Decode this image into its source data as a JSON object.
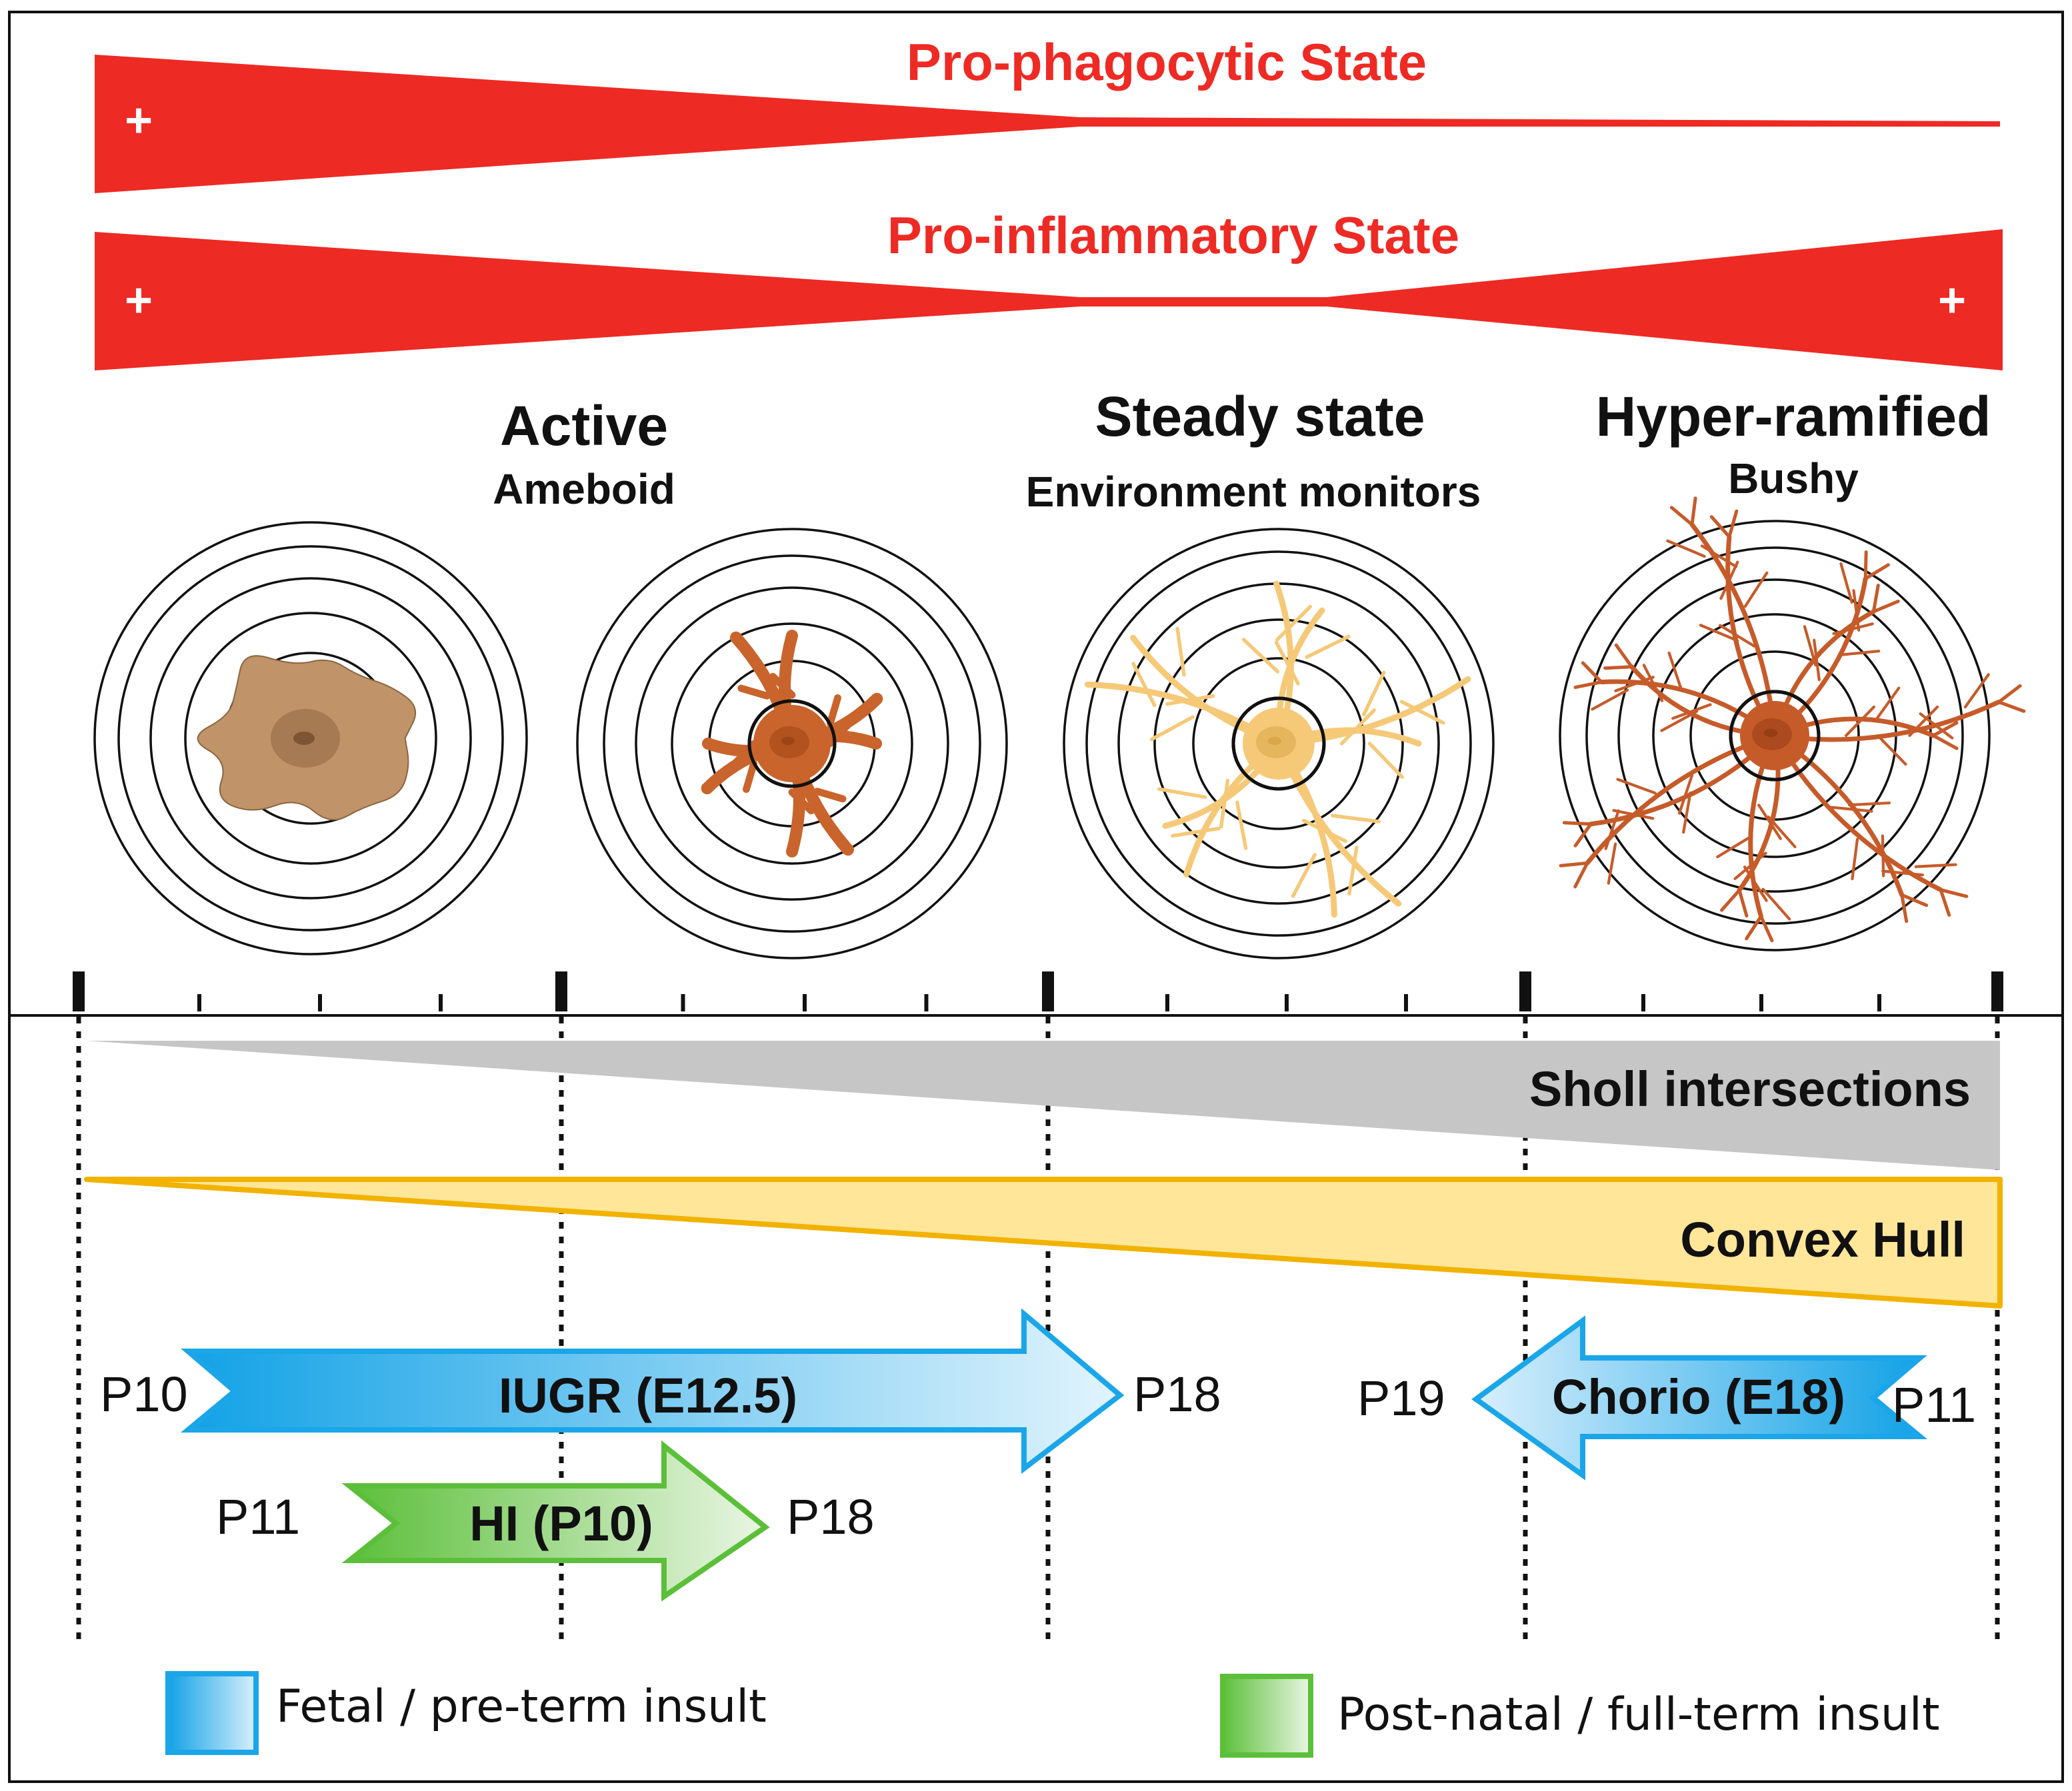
{
  "gradients": {
    "phagocytic_label": "Pro-phagocytic State",
    "inflammatory_label": "Pro-inflammatory State",
    "plus_symbol": "+",
    "color": "#ee2a24"
  },
  "states": [
    {
      "title": "Active",
      "subtitle": "Ameboid"
    },
    {
      "title": "Steady state",
      "subtitle": "Environment monitors"
    },
    {
      "title": "Hyper-ramified",
      "subtitle": "Bushy"
    }
  ],
  "cells": [
    {
      "icon": "ameboid-microglia-icon",
      "color": "#c09468"
    },
    {
      "icon": "activated-microglia-icon",
      "color": "#c9642c"
    },
    {
      "icon": "surveillant-microglia-icon",
      "color": "#f5c978"
    },
    {
      "icon": "hyper-ramified-microglia-icon",
      "color": "#c65b2a"
    }
  ],
  "metrics": {
    "sholl_label": "Sholl intersections",
    "sholl_color": "#c6c6c6",
    "convex_label": "Convex Hull",
    "convex_color": "#ffe699",
    "convex_border": "#f2b200"
  },
  "insults": {
    "iugr": {
      "label": "IUGR (E12.5)",
      "start": "P10",
      "end": "P18"
    },
    "hi": {
      "label": "HI (P10)",
      "start": "P11",
      "end": "P18"
    },
    "chorio": {
      "label": "Chorio (E18)",
      "start": "P11",
      "end": "P19"
    }
  },
  "legend": {
    "fetal": "Fetal / pre-term insult",
    "postnatal": "Post-natal / full-term insult",
    "fetal_color": "#1aa6e8",
    "postnatal_color": "#5cbf3a"
  }
}
